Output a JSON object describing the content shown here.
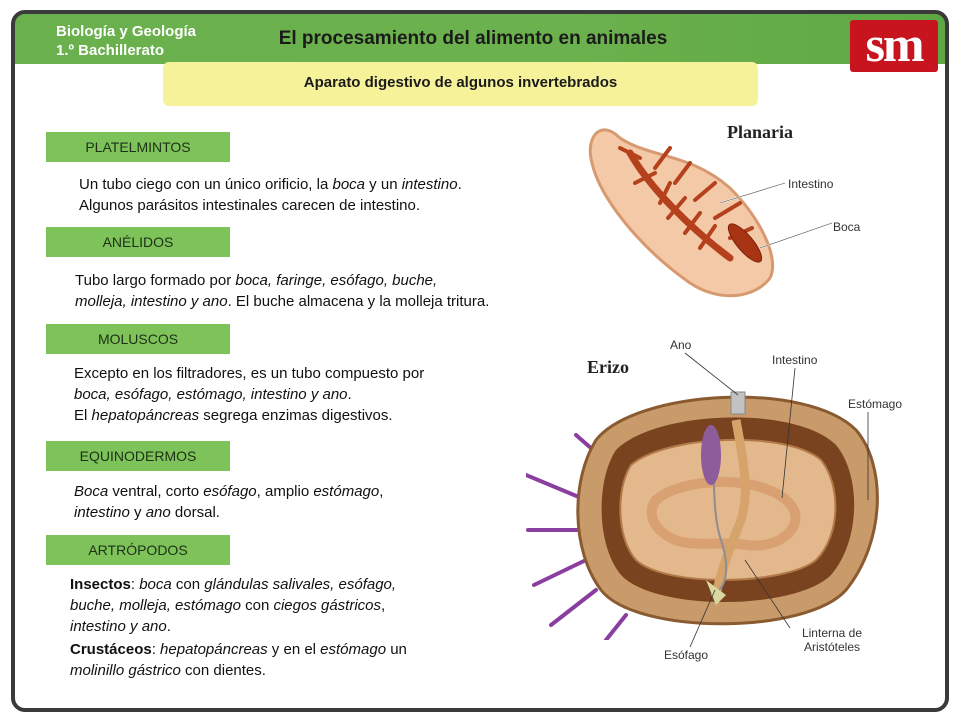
{
  "header": {
    "subject_line1": "Biología y Geología",
    "subject_line2": "1.º Bachillerato",
    "title": "El procesamiento del alimento en animales",
    "subtitle": "Aparato digestivo de algunos invertebrados",
    "logo": "sm"
  },
  "groups": [
    {
      "name": "PLATELMINTOS"
    },
    {
      "name": "ANÉLIDOS"
    },
    {
      "name": "MOLUSCOS"
    },
    {
      "name": "EQUINODERMOS"
    },
    {
      "name": "ARTRÓPODOS"
    }
  ],
  "desc": {
    "plat1": "Un tubo ciego con un único orificio, la ",
    "plat_boca": "boca",
    "plat2": " y un ",
    "plat_int": "intestino",
    "plat3": ".",
    "plat4": "Algunos parásitos intestinales carecen de intestino.",
    "anel1": "Tubo largo formado por ",
    "anel_it1": "boca, faringe, esófago, buche,",
    "anel_it2": "molleja, intestino y ano",
    "anel2": ". El buche almacena y la molleja tritura.",
    "mol1": "Excepto en los filtradores, es un tubo compuesto por",
    "mol_it": "boca, esófago, estómago, intestino y ano",
    "mol2": ".",
    "mol3": "El ",
    "mol_hep": "hepatopáncreas",
    "mol4": " segrega enzimas digestivos.",
    "equi_boca": "Boca",
    "equi1": " ventral, corto ",
    "equi_eso": "esófago",
    "equi2": ", amplio ",
    "equi_est": "estómago",
    "equi3": ",",
    "equi_int": "intestino",
    "equi4": " y ",
    "equi_ano": "ano",
    "equi5": " dorsal.",
    "art_ins": "Insectos",
    "art1": ": ",
    "art_boca": "boca",
    "art2": " con ",
    "art_gland": "glándulas salivales, esófago,",
    "art_l2": "buche, molleja, estómago",
    "art3": " con ",
    "art_cieg": "ciegos gástricos",
    "art4": ",",
    "art_l3": "intestino y ano",
    "art5": ".",
    "art_cru": "Crustáceos",
    "art6": ": ",
    "art_hep": "hepatopáncreas",
    "art7": " y en el ",
    "art_est": "estómago",
    "art8": " un",
    "art_mol": "molinillo gástrico",
    "art9": " con dientes."
  },
  "planaria": {
    "label": "Planaria",
    "intestino": "Intestino",
    "boca": "Boca"
  },
  "erizo": {
    "label": "Erizo",
    "ano": "Ano",
    "intestino": "Intestino",
    "estomago": "Estómago",
    "linterna1": "Linterna de",
    "linterna2": "Aristóteles",
    "esofago": "Esófago"
  }
}
